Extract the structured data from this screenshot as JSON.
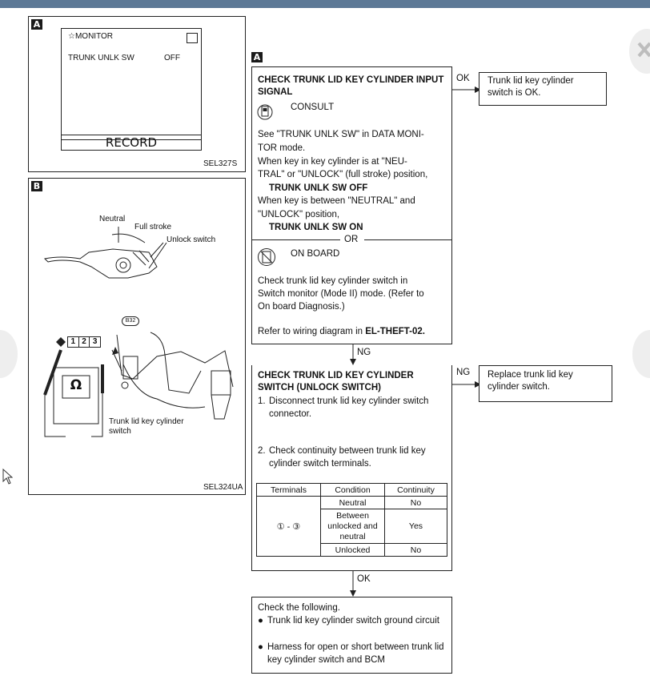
{
  "panel_a_screen": {
    "tag": "A",
    "title": "☆MONITOR",
    "item_label": "TRUNK UNLK SW",
    "item_value": "OFF",
    "record_button": "RECORD",
    "figure_code": "SEL327S"
  },
  "panel_b_figure": {
    "tag": "B",
    "label_neutral": "Neutral",
    "label_full_stroke": "Full stroke",
    "label_unlock_switch": "Unlock switch",
    "connector_badge": "B32",
    "terminals": [
      "1",
      "2",
      "3"
    ],
    "ohm_symbol": "Ω",
    "label_switch": "Trunk lid key cylinder switch",
    "figure_code": "SEL324UA"
  },
  "flow": {
    "step_a": {
      "tag": "A",
      "title": "CHECK TRUNK LID KEY CYLINDER INPUT SIGNAL",
      "consult_label": "CONSULT",
      "lines": [
        "See \"TRUNK UNLK SW\" in DATA MONI-",
        "TOR mode.",
        "When key in key cylinder is at \"NEU-",
        "TRAL\" or \"UNLOCK\" (full stroke) position,"
      ],
      "state_off": "TRUNK UNLK SW OFF",
      "lines2": [
        "When key is between \"NEUTRAL\" and",
        "\"UNLOCK\" position,"
      ],
      "state_on": "TRUNK UNLK SW ON",
      "or_label": "OR",
      "onboard_label": "ON BOARD",
      "onboard_lines": [
        "Check trunk lid key cylinder switch in",
        "Switch monitor (Mode II) mode. (Refer to",
        "On board Diagnosis.)"
      ],
      "wiring_prefix": "Refer to wiring diagram in ",
      "wiring_ref": "EL-THEFT-02."
    },
    "ok_label": "OK",
    "ok_result": "Trunk lid key cylinder switch is OK.",
    "ng_label": "NG",
    "step_b": {
      "tag": "B",
      "title": "CHECK TRUNK LID KEY CYLINDER SWITCH (UNLOCK SWITCH)",
      "step1_num": "1.",
      "step1_text": "Disconnect trunk lid key cylinder switch connector.",
      "step2_num": "2.",
      "step2_text": "Check continuity between trunk lid key cylinder switch terminals.",
      "table": {
        "headers": [
          "Terminals",
          "Condition",
          "Continuity"
        ],
        "terminals": "① - ③",
        "rows": [
          {
            "condition": "Neutral",
            "continuity": "No"
          },
          {
            "condition": "Between unlocked and neutral",
            "continuity": "Yes"
          },
          {
            "condition": "Unlocked",
            "continuity": "No"
          }
        ]
      }
    },
    "ng2_label": "NG",
    "ng_result": "Replace trunk lid key cylinder switch.",
    "ok2_label": "OK",
    "final": {
      "title": "Check the following.",
      "items": [
        "Trunk lid key cylinder switch ground circuit",
        "Harness for open or short between trunk lid key cylinder switch and BCM"
      ]
    }
  }
}
